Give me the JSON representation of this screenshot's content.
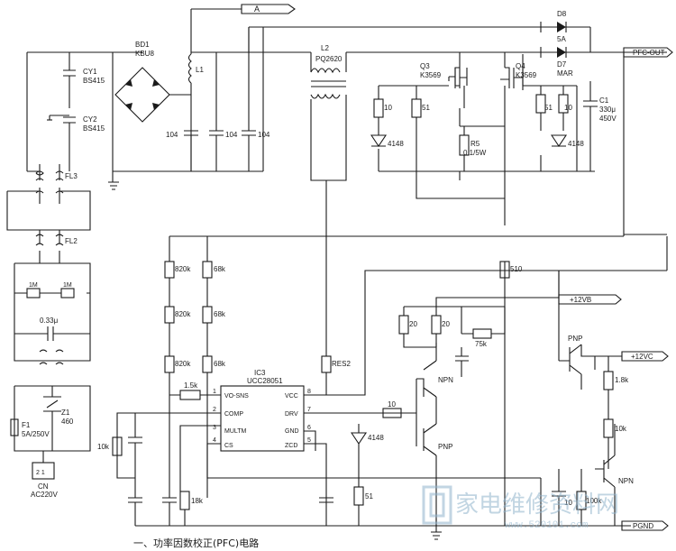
{
  "caption": "一、功率因数校正(PFC)电路",
  "watermark": {
    "text": "家电维修资料网",
    "url": "www.520101.com",
    "color": "#8fb3cc"
  },
  "labels": {
    "net_a": "A",
    "pfc_out": "PFC-OUT",
    "plus12vb": "+12VB",
    "plus12vc": "+12VC",
    "pgnd": "PGND",
    "cy1": "CY1",
    "cy1_v": "BS415",
    "cy2": "CY2",
    "cy2_v": "BS415",
    "fl3": "FL3",
    "fl2": "FL2",
    "r1m_a": "1M",
    "r1m_b": "1M",
    "c033": "0.33μ",
    "z1": "Z1",
    "z1_v": "460",
    "f1": "F1",
    "f1_v": "5A/250V",
    "cn_pins": "2 1",
    "cn": "CN",
    "ac": "AC220V",
    "bd1": "BD1",
    "bd1_v": "KBU8",
    "l1": "L1",
    "c104_a": "104",
    "c104_b": "104",
    "c104_c": "104",
    "l2": "L2",
    "l2_v": "PQ2620",
    "q3": "Q3",
    "q3_v": "K3569",
    "q4": "Q4",
    "q4_v": "K3569",
    "d8": "D8",
    "d8_v": "5A",
    "d7": "D7",
    "d7_v": "MAR",
    "c1": "C1",
    "c1_v": "330μ",
    "c1_v2": "450V",
    "r10_a": "10",
    "r51_a": "51",
    "d4148_a": "4148",
    "r5": "R5",
    "r5_v": "0.1/5W",
    "r51_b": "51",
    "r10_b": "10",
    "d4148_b": "4148",
    "r820k_1": "820k",
    "r820k_2": "820k",
    "r820k_3": "820k",
    "r68k_1": "68k",
    "r68k_2": "68k",
    "r68k_3": "68k",
    "r1_5k": "1.5k",
    "ic3": "IC3",
    "ic3_v": "UCC28051",
    "pin1": "VO-SNS",
    "pin2": "COMP",
    "pin3": "MULTM",
    "pin4": "CS",
    "pin5": "ZCD",
    "pin6": "GND",
    "pin7": "DRV",
    "pin8": "VCC",
    "n1": "1",
    "n2": "2",
    "n3": "3",
    "n4": "4",
    "n5": "5",
    "n6": "6",
    "n7": "7",
    "n8": "8",
    "res2": "RES2",
    "r510": "510",
    "r20_a": "20",
    "r20_b": "20",
    "r75k": "75k",
    "npn_a": "NPN",
    "pnp_a": "PNP",
    "r10_c": "10",
    "d4148_c": "4148",
    "r51_c": "51",
    "r10k": "10k",
    "r18k": "18k",
    "pnp_b": "PNP",
    "r1_8k": "1.8k",
    "r10k_b": "10k",
    "npn_b": "NPN",
    "c10": "10",
    "r100k": "100k"
  }
}
